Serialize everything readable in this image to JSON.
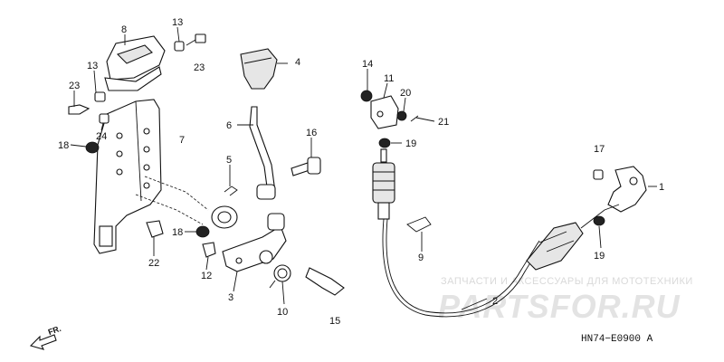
{
  "labels": {
    "p1": "1",
    "p2": "2",
    "p3": "3",
    "p4": "4",
    "p5": "5",
    "p6": "6",
    "p7": "7",
    "p8": "8",
    "p9": "9",
    "p10": "10",
    "p11": "11",
    "p12": "12",
    "p13a": "13",
    "p13b": "13",
    "p14": "14",
    "p15": "15",
    "p16": "16",
    "p17": "17",
    "p18a": "18",
    "p18b": "18",
    "p19a": "19",
    "p19b": "19",
    "p20": "20",
    "p21": "21",
    "p22": "22",
    "p23a": "23",
    "p23b": "23",
    "p24": "24"
  },
  "watermark": {
    "tagline": "ЗАПЧАСТИ И АКСЕССУАРЫ ДЛЯ МОТОТЕХНИКИ",
    "logo": "PARTSFOR.RU"
  },
  "diagram_code": "HN74−E0900 A",
  "direction_label": "FR."
}
